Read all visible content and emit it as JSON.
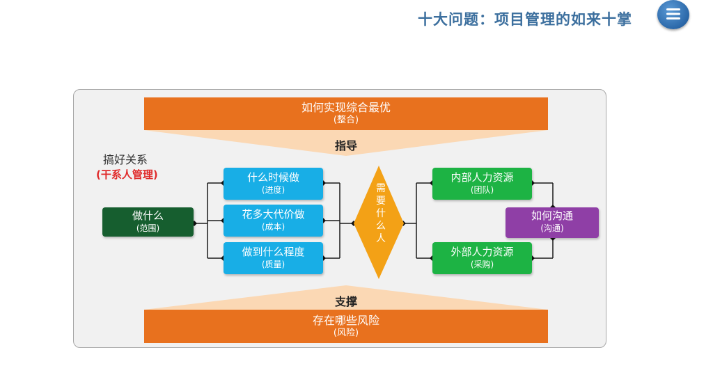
{
  "header": {
    "title": "十大问题：项目管理的如来十掌",
    "menu_icon": "hamburger-menu-icon"
  },
  "diagram": {
    "top_band": {
      "main": "如何实现综合最优",
      "sub": "(整合)"
    },
    "guide_label": "指导",
    "bottom_band": {
      "main": "存在哪些风险",
      "sub": "(风险)"
    },
    "support_label": "支撑",
    "relations": {
      "title": "搞好关系",
      "subtitle": "(干系人管理)"
    },
    "what": {
      "main": "做什么",
      "sub": "(范围)"
    },
    "schedule": {
      "main": "什么时候做",
      "sub": "(进度)"
    },
    "cost": {
      "main": "花多大代价做",
      "sub": "(成本)"
    },
    "quality": {
      "main": "做到什么程度",
      "sub": "(质量)"
    },
    "need_people": [
      "需",
      "要",
      "什",
      "么",
      "人"
    ],
    "team": {
      "main": "内部人力资源",
      "sub": "(团队)"
    },
    "procurement": {
      "main": "外部人力资源",
      "sub": "(采购)"
    },
    "communication": {
      "main": "如何沟通",
      "sub": "(沟通)"
    }
  },
  "colors": {
    "orange": "#e8711e",
    "gold": "#f3a116",
    "dark_green": "#165e2f",
    "blue": "#18aee6",
    "green": "#1db344",
    "purple": "#8f3fa6",
    "title_blue": "#3c6f9e",
    "red": "#e02a2a"
  }
}
